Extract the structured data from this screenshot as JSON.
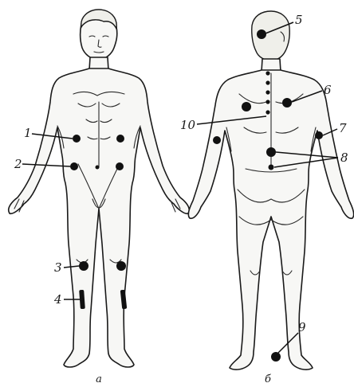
{
  "figure": {
    "panels": [
      {
        "id": "a",
        "caption": "а"
      },
      {
        "id": "b",
        "caption": "б"
      }
    ],
    "labels": [
      {
        "id": "l1",
        "text": "1"
      },
      {
        "id": "l2",
        "text": "2"
      },
      {
        "id": "l3",
        "text": "3"
      },
      {
        "id": "l4",
        "text": "4"
      },
      {
        "id": "l5",
        "text": "5"
      },
      {
        "id": "l6",
        "text": "6"
      },
      {
        "id": "l7",
        "text": "7"
      },
      {
        "id": "l8",
        "text": "8"
      },
      {
        "id": "l9",
        "text": "9"
      },
      {
        "id": "l10",
        "text": "10"
      }
    ],
    "colors": {
      "ink": "#111111",
      "paper": "#ffffff",
      "skin": "#f7f7f5"
    }
  }
}
